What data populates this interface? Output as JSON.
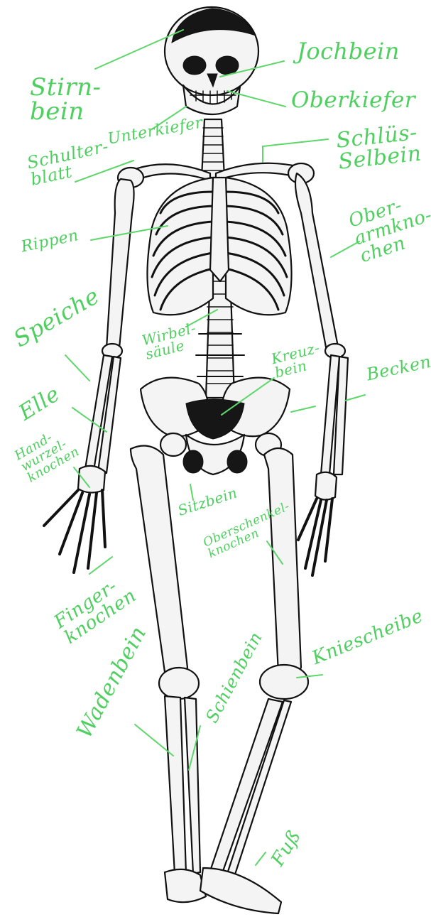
{
  "colors": {
    "label": "#4fcf5f",
    "leader": "#5dd66a",
    "bone_outline": "#111111",
    "bone_fill": "#f4f4f4",
    "background": "#ffffff"
  },
  "labels": {
    "stirnbein": "Stirn-\nbein",
    "jochbein": "Jochbein",
    "oberkiefer": "Oberkiefer",
    "unterkiefer": "Unterkiefer",
    "schluesselbein": "Schlüs-\nSelbein",
    "schulterblatt": "Schulter-\nblatt",
    "rippen": "Rippen",
    "oberarmknochen": "Ober-\narmkno-\nchen",
    "speiche": "Speiche",
    "wirbelsaeule": "Wirbel-\nsäule",
    "kreuzbein": "Kreuz-\nbein",
    "becken": "Becken",
    "elle": "Elle",
    "handwurzelknochen": "Hand-\nwurzel-\nknochen",
    "sitzbein": "Sitzbein",
    "oberschenkelknochen": "Oberschenkel-\nknochen",
    "fingerknochen": "Finger-\nknochen",
    "kniescheibe": "Kniescheibe",
    "wadenbein": "Wadenbein",
    "schienbein": "Schienbein",
    "fuss": "Fuß"
  }
}
